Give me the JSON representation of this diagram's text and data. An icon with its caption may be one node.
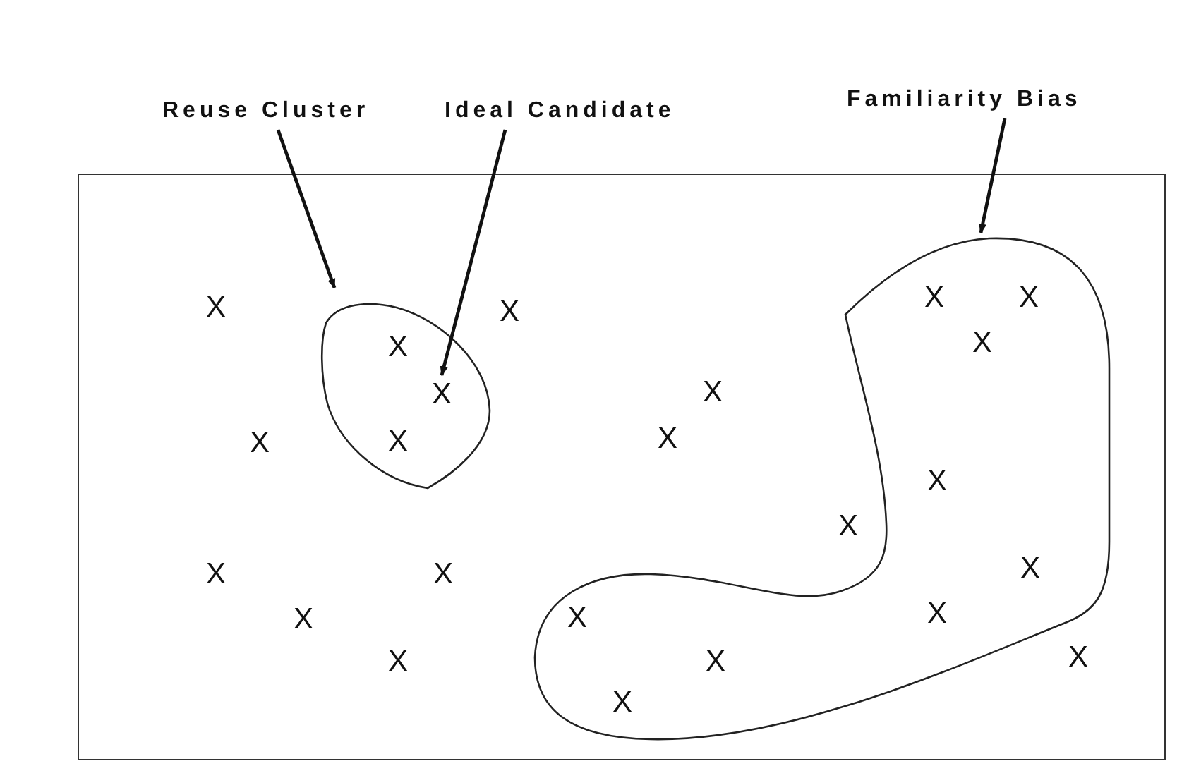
{
  "diagram": {
    "nodes": [
      {
        "text": [
          "Reuse Cluster"
        ]
      },
      {
        "text": [
          "Ideal Candidate"
        ]
      },
      {
        "text": [
          "Familiarity Bias"
        ]
      },
      {
        "text": [
          "X",
          "X",
          "X",
          "X",
          "X",
          "X",
          "X",
          "X",
          "X",
          "X",
          "X"
        ]
      },
      {
        "text": [
          "X",
          "X"
        ],
        "in": 3
      },
      {
        "text": [
          "X"
        ],
        "in": 4
      },
      {
        "text": [
          "X",
          "X",
          "X",
          "X",
          "X",
          "X",
          "X",
          "X",
          "X"
        ],
        "in": 3
      }
    ],
    "edges": [
      {
        "from": 0,
        "to": 4,
        "arrow": "to"
      },
      {
        "from": 1,
        "to": 5,
        "arrow": "to"
      },
      {
        "from": 2,
        "to": 6,
        "arrow": "to"
      }
    ]
  }
}
